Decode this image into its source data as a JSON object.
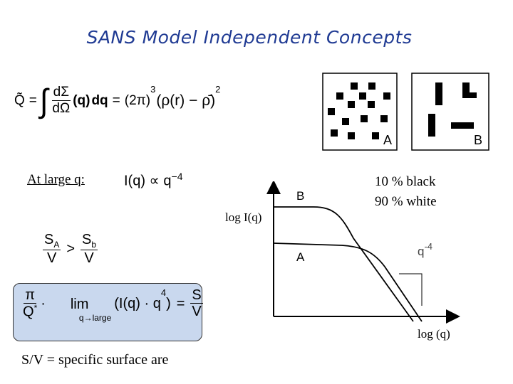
{
  "title": "SANS Model Independent Concepts",
  "eq1": {
    "lhs": "Q̃",
    "equals": "=",
    "integral": "∫",
    "d_sigma": "dΣ",
    "d_omega": "dΩ",
    "q_arg": "(q)",
    "dq": "dq",
    "two_pi": "(2π)",
    "exp3": "3",
    "rho_term": "(ρ(r) − ρ̄)",
    "exp2": "2"
  },
  "at_large_label": "At large q:",
  "power_law": {
    "text": "I(q) ∝ q",
    "exp": "−4"
  },
  "ratio": {
    "sa": "S",
    "sa_sub": "A",
    "sb": "S",
    "sb_sub": "b",
    "v": "V",
    "gt": ">"
  },
  "porod": {
    "pi": "π",
    "qstar": "Q",
    "qstar_sup": "*",
    "dot1": "·",
    "lim": "lim",
    "lim_sub": "q→large",
    "iq": "(I(q) · q",
    "q_exp": "4",
    "close": ")",
    "equals": "=",
    "s": "S",
    "v": "V"
  },
  "note": "S/V = specific surface are",
  "panel_a_label": "A",
  "panel_b_label": "B",
  "percentages": [
    "10 % black",
    "90 % white"
  ],
  "graph": {
    "ylabel": "log I(q)",
    "xlabel": "log (q)",
    "curve_b_label": "B",
    "curve_a_label": "A",
    "slope_label": "q",
    "slope_exp": "-4"
  },
  "colors": {
    "title": "#1f3a93",
    "box_fill": "#c9d8ee"
  }
}
